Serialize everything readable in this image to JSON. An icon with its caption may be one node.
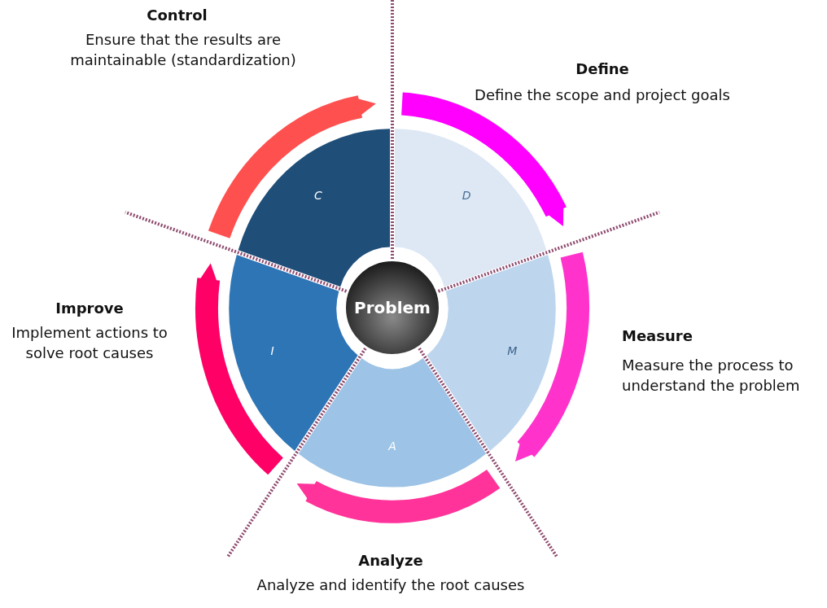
{
  "diagram": {
    "nodes": [
      {
        "text": [
          "D"
        ]
      },
      {
        "text": [
          "M"
        ]
      },
      {
        "text": [
          "A"
        ]
      },
      {
        "text": [
          "I"
        ]
      },
      {
        "text": [
          "C"
        ]
      },
      {
        "text": [
          "Problem"
        ]
      }
    ],
    "labels": [
      "Control",
      "Ensure that the results are maintainable (standardization)",
      "Define",
      "Define the scope and project goals",
      "Improve",
      "Implement actions to solve root causes",
      "Measure",
      "Measure the process to understand the problem",
      "Analyze",
      "Analyze and identify the root causes"
    ]
  }
}
